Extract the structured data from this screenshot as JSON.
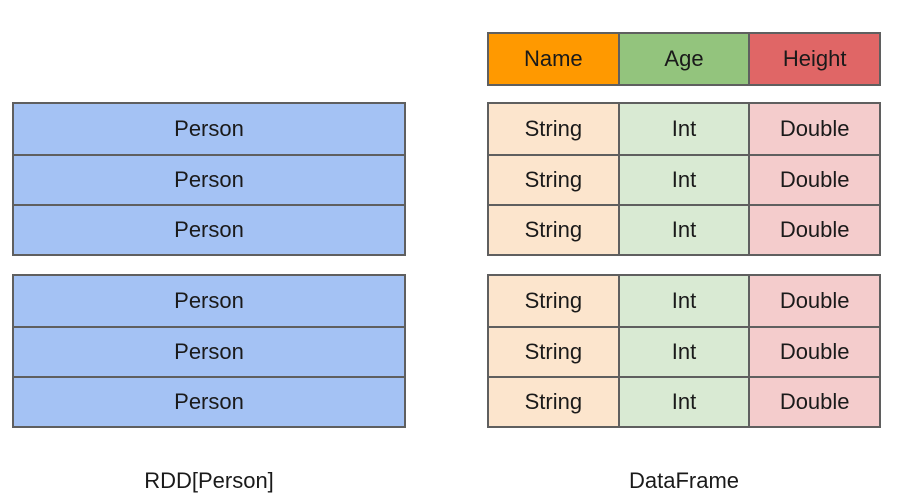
{
  "colors": {
    "person": "#a4c2f4",
    "name_header": "#ff9900",
    "age_header": "#93c47d",
    "height_header": "#e06666",
    "string_cell": "#fce5cd",
    "int_cell": "#d9ead3",
    "double_cell": "#f4cccc",
    "border": "#5f5f5f"
  },
  "rdd": {
    "caption": "RDD[Person]",
    "partitions": [
      [
        "Person",
        "Person",
        "Person"
      ],
      [
        "Person",
        "Person",
        "Person"
      ]
    ]
  },
  "dataframe": {
    "caption": "DataFrame",
    "headers": [
      "Name",
      "Age",
      "Height"
    ],
    "partitions": [
      [
        [
          "String",
          "Int",
          "Double"
        ],
        [
          "String",
          "Int",
          "Double"
        ],
        [
          "String",
          "Int",
          "Double"
        ]
      ],
      [
        [
          "String",
          "Int",
          "Double"
        ],
        [
          "String",
          "Int",
          "Double"
        ],
        [
          "String",
          "Int",
          "Double"
        ]
      ]
    ]
  }
}
